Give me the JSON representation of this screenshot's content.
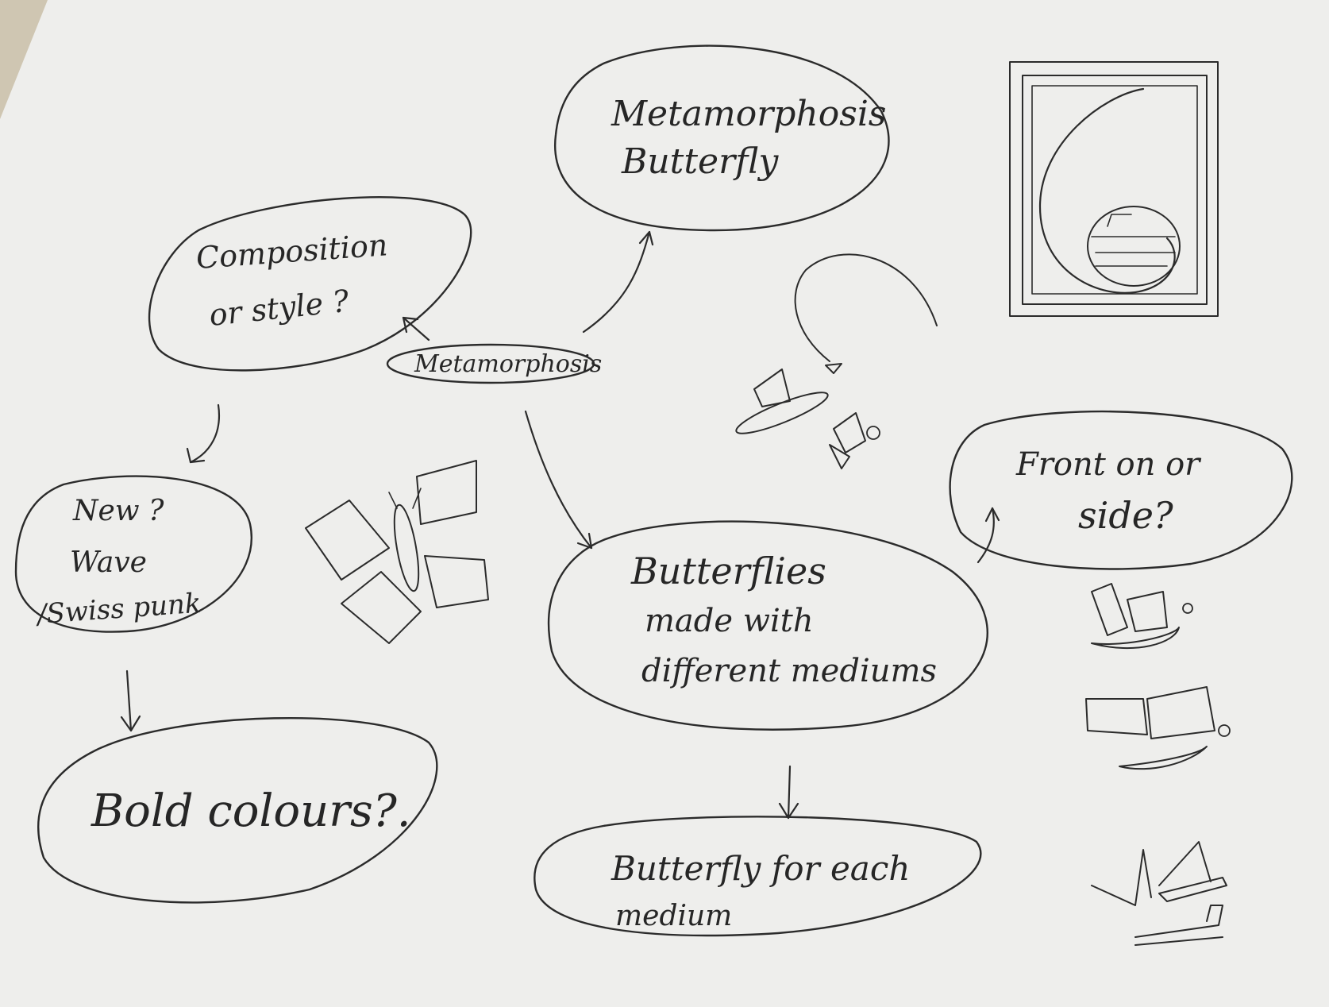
{
  "nodes": {
    "metamorphosis_butterfly": {
      "line1": "Metamorphosis",
      "line2": "Butterfly"
    },
    "composition": {
      "line1": "Composition",
      "line2": "or style ?"
    },
    "center": {
      "label": "Metamorphosis"
    },
    "new_wave": {
      "line1": "New ?",
      "line2": "Wave",
      "line3": "/Swiss punk"
    },
    "bold": {
      "label": "Bold colours?."
    },
    "butterflies": {
      "line1": "Butterflies",
      "line2": "made with",
      "line3": "different mediums"
    },
    "butterfly_medium": {
      "line1": "Butterfly for each",
      "line2": "medium"
    },
    "front_side": {
      "line1": "Front on or",
      "line2": "side?"
    }
  },
  "colors": {
    "paper": "#eeeeec",
    "ink": "#2b2b2b",
    "background": "#cfc6b2"
  }
}
